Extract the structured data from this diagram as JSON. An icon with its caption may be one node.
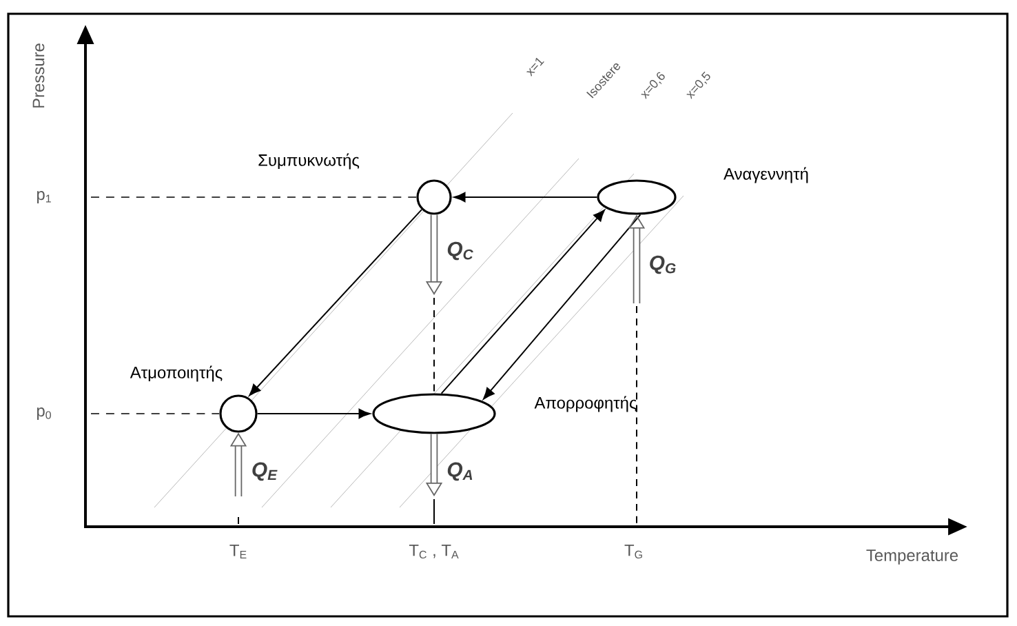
{
  "diagram": {
    "nodes": [
      {
        "text": [
          "Συμπυκνωτής"
        ]
      },
      {
        "text": [
          "Αναγεννητή"
        ]
      },
      {
        "text": [
          "Ατμοποιητής"
        ]
      },
      {
        "text": [
          "Απορροφητής"
        ]
      }
    ],
    "edges": [
      {
        "from": 1,
        "to": 0,
        "arrow": "to"
      },
      {
        "from": 0,
        "to": 2,
        "arrow": "to"
      },
      {
        "from": 2,
        "to": 3,
        "arrow": "to"
      },
      {
        "from": 3,
        "to": 1,
        "arrow": "to"
      },
      {
        "from": 1,
        "to": 3,
        "arrow": "to"
      },
      {
        "from": 0,
        "to": null,
        "arrow": "to",
        "label": "Q$_{C}$",
        "style": "thick",
        "color": "#666666"
      },
      {
        "from": null,
        "to": 1,
        "arrow": "to",
        "label": "Q$_{G}$",
        "style": "thick",
        "color": "#666666"
      },
      {
        "from": null,
        "to": 2,
        "arrow": "to",
        "label": "Q$_{E}$",
        "style": "thick",
        "color": "#666666"
      },
      {
        "from": 3,
        "to": null,
        "arrow": "to",
        "label": "Q$_{A}$",
        "style": "thick",
        "color": "#666666"
      }
    ],
    "labels": [
      "Pressure",
      "x=1",
      "Isostere",
      "x=0,6",
      "x=0,5",
      "p$_{1}$",
      "p$_{0}$",
      "T$_{E}$",
      "T$_{C}$ , T$_{A}$",
      "T$_{G}$",
      "Temperature"
    ]
  }
}
